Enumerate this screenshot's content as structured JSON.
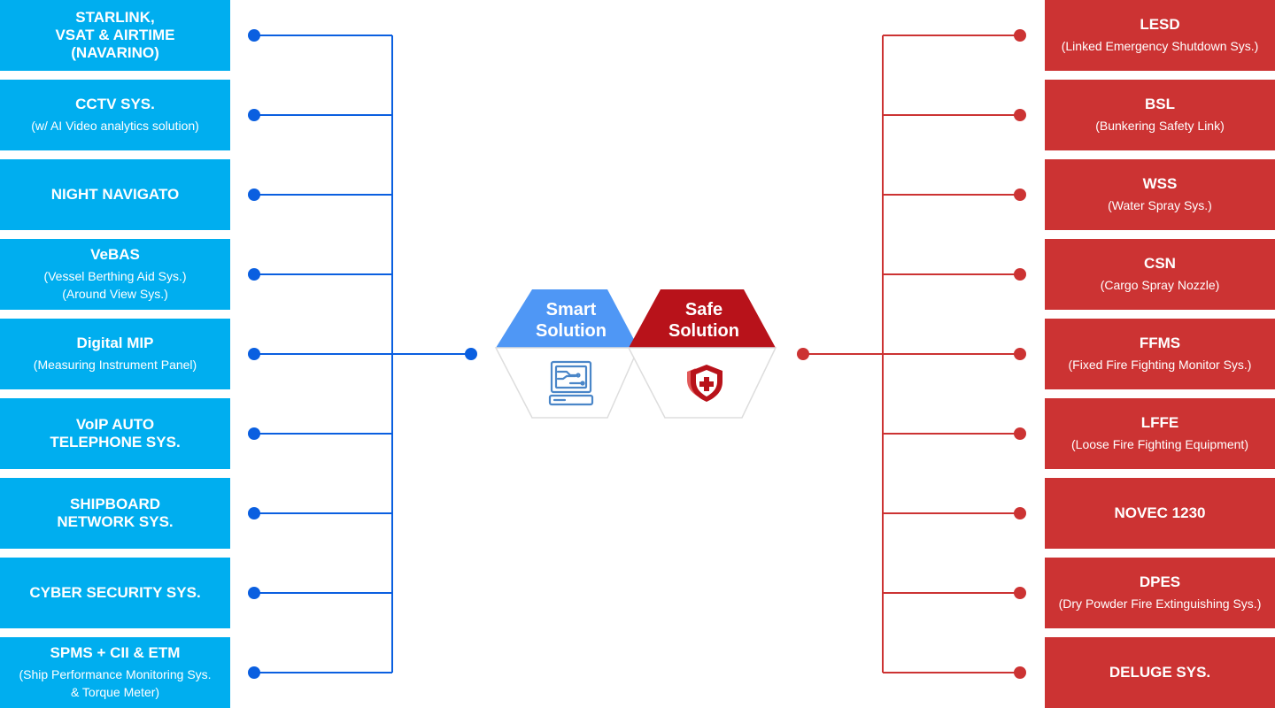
{
  "left_items": [
    {
      "title": "STARLINK,\nVSAT & AIRTIME\n(NAVARINO)",
      "sub": ""
    },
    {
      "title": "CCTV SYS.",
      "sub": "(w/ AI Video analytics solution)"
    },
    {
      "title": "NIGHT NAVIGATO",
      "sub": ""
    },
    {
      "title": "VeBAS",
      "sub": "(Vessel Berthing Aid Sys.)\n(Around View Sys.)"
    },
    {
      "title": "Digital MIP",
      "sub": "(Measuring Instrument Panel)"
    },
    {
      "title": "VoIP AUTO\nTELEPHONE SYS.",
      "sub": ""
    },
    {
      "title": "SHIPBOARD\nNETWORK SYS.",
      "sub": ""
    },
    {
      "title": "CYBER SECURITY SYS.",
      "sub": ""
    },
    {
      "title": "SPMS + CII & ETM",
      "sub": "(Ship Performance Monitoring Sys.\n& Torque Meter)"
    }
  ],
  "right_items": [
    {
      "title": "LESD",
      "sub": "(Linked Emergency Shutdown Sys.)"
    },
    {
      "title": "BSL",
      "sub": "(Bunkering Safety Link)"
    },
    {
      "title": "WSS",
      "sub": "(Water Spray Sys.)"
    },
    {
      "title": "CSN",
      "sub": "(Cargo Spray Nozzle)"
    },
    {
      "title": "FFMS",
      "sub": "(Fixed Fire Fighting Monitor Sys.)"
    },
    {
      "title": "LFFE",
      "sub": "(Loose Fire Fighting Equipment)"
    },
    {
      "title": "NOVEC 1230",
      "sub": ""
    },
    {
      "title": "DPES",
      "sub": "(Dry Powder Fire Extinguishing Sys.)"
    },
    {
      "title": "DELUGE SYS.",
      "sub": ""
    }
  ],
  "smart": {
    "label": "Smart\nSolution",
    "icon": "computer-monitor-icon"
  },
  "safe": {
    "label": "Safe\nSolution",
    "icon": "shield-plus-icon"
  },
  "colors": {
    "left_box": "#00aeef",
    "right_box": "#cc3333",
    "left_line": "#0a5fe0",
    "right_line": "#cc3333",
    "smart_cap": "#4f97f5",
    "safe_cap": "#b8121a",
    "hex_border": "#dddddd"
  }
}
